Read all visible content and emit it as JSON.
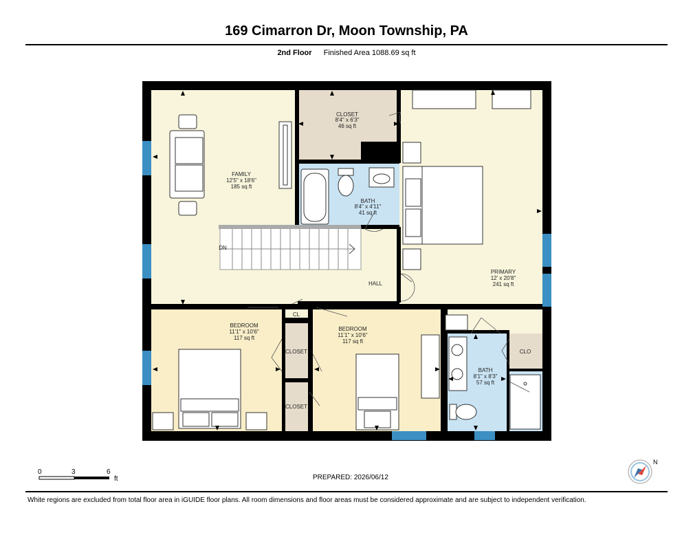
{
  "header": {
    "title": "169 Cimarron Dr, Moon Township, PA",
    "floor_label": "2nd Floor",
    "finished_area": "Finished Area 1088.69 sq ft"
  },
  "rooms": {
    "family": {
      "name": "FAMILY",
      "dims": "12'5\" x 18'6\"",
      "area": "185 sq ft"
    },
    "closet_top": {
      "name": "CLOSET",
      "dims": "8'4\" x 6'3\"",
      "area": "46 sq ft"
    },
    "bath_upper": {
      "name": "BATH",
      "dims": "8'4\" x 4'11\"",
      "area": "41 sq ft"
    },
    "primary": {
      "name": "PRIMARY",
      "dims": "12' x 20'8\"",
      "area": "241 sq ft"
    },
    "hall": {
      "name": "HALL"
    },
    "dn": {
      "name": "DN"
    },
    "bedroom_left": {
      "name": "BEDROOM",
      "dims": "11'1\" x 10'6\"",
      "area": "117 sq ft"
    },
    "bedroom_mid": {
      "name": "BEDROOM",
      "dims": "11'1\" x 10'6\"",
      "area": "117 sq ft"
    },
    "cl": {
      "name": "CL"
    },
    "closet_mid1": {
      "name": "CLOSET"
    },
    "closet_mid2": {
      "name": "CLOSET"
    },
    "bath_lower": {
      "name": "BATH",
      "dims": "8'1\" x 8'3\"",
      "area": "57 sq ft"
    },
    "clo": {
      "name": "CLO"
    }
  },
  "scale": {
    "labels": [
      "0",
      "3",
      "6"
    ],
    "unit": "ft"
  },
  "footer": {
    "prepared": "PREPARED: 2026/06/12",
    "disclaimer": "White regions are excluded from total floor area in iGUIDE floor plans. All room dimensions and floor areas must be considered approximate and are subject to independent verification."
  },
  "compass": {
    "label": "N"
  },
  "colors": {
    "family": "#f8f5dc",
    "closet": "#e6dccb",
    "bath": "#c9e3f3",
    "bedroom": "#f9eec8",
    "wall": "#000000",
    "window": "#3c8fc2"
  }
}
